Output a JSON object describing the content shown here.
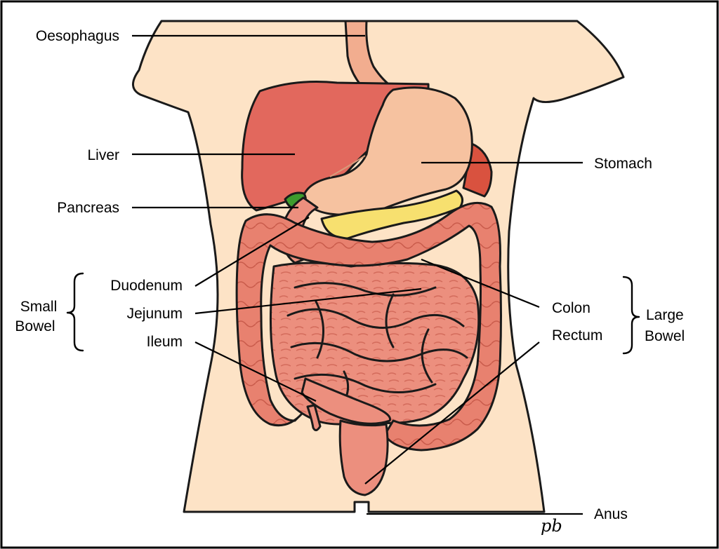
{
  "labels": {
    "oesophagus": "Oesophagus",
    "liver": "Liver",
    "pancreas": "Pancreas",
    "duodenum": "Duodenum",
    "jejunum": "Jejunum",
    "ileum": "Ileum",
    "small_bowel_line1": "Small",
    "small_bowel_line2": "Bowel",
    "stomach": "Stomach",
    "colon": "Colon",
    "rectum": "Rectum",
    "large_bowel_line1": "Large",
    "large_bowel_line2": "Bowel",
    "anus": "Anus"
  },
  "signature": "pb",
  "colors": {
    "skin": "#fde3c6",
    "liver": "#e2685d",
    "stomach": "#f6c2a0",
    "intestine": "#ec8f7e",
    "pancreas": "#f7e06f",
    "gallbladder": "#3e9b2d",
    "outline": "#1a1a1a"
  }
}
